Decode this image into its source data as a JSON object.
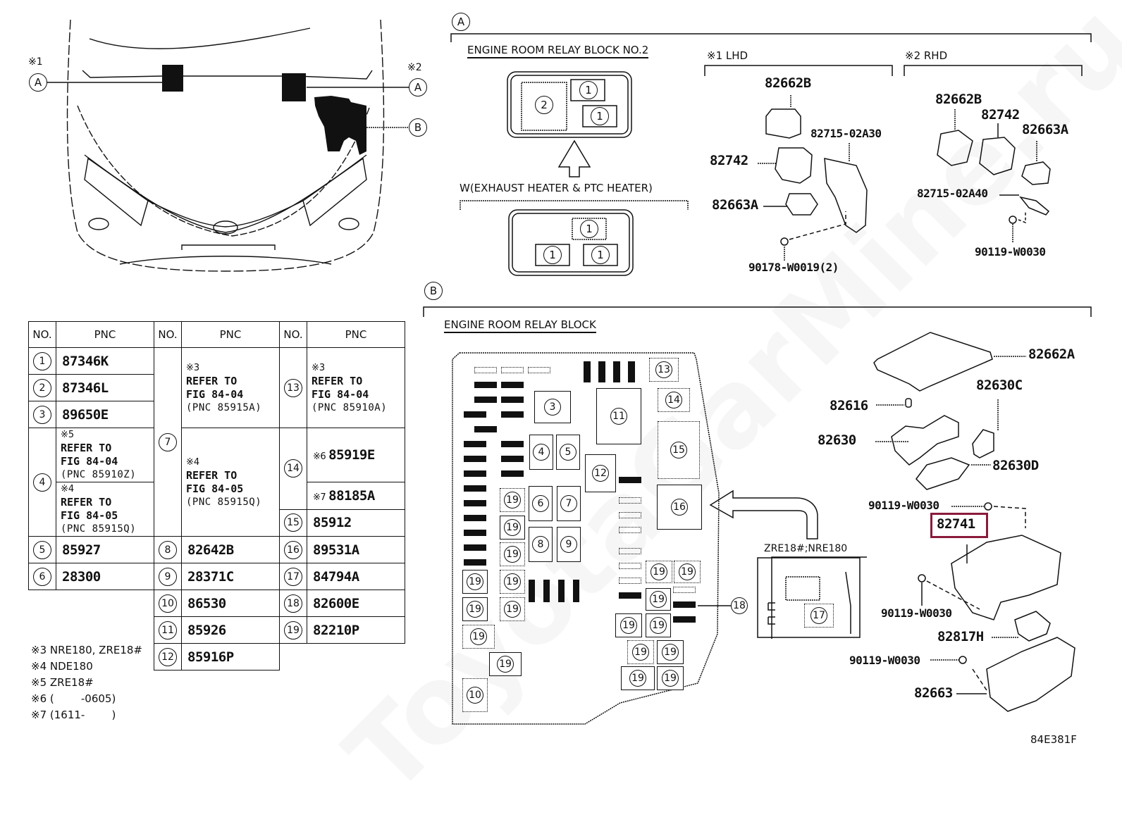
{
  "figure_id": "84E381F",
  "watermark": "ToyotaGarMine.ru",
  "vehicle_view": {
    "callouts": [
      {
        "note": "※1",
        "letter": "A"
      },
      {
        "note": "※2",
        "letter": "A"
      },
      {
        "note": "",
        "letter": "B"
      }
    ]
  },
  "section_a": {
    "letter": "A",
    "relay_block_title": "ENGINE ROOM RELAY BLOCK NO.2",
    "relay_block_items": [
      "2",
      "1",
      "1"
    ],
    "variant_title": "W(EXHAUST HEATER & PTC HEATER)",
    "variant_items": [
      "1",
      "1",
      "1"
    ],
    "lhd": {
      "label": "※1 LHD",
      "parts": [
        "82662B",
        "82742",
        "82663A",
        "82715-02A30",
        "90178-W0019(2)"
      ]
    },
    "rhd": {
      "label": "※2 RHD",
      "parts": [
        "82662B",
        "82742",
        "82663A",
        "82715-02A40",
        "90119-W0030"
      ]
    }
  },
  "section_b": {
    "letter": "B",
    "relay_block_title": "ENGINE ROOM RELAY BLOCK",
    "slots": [
      "13",
      "3",
      "11",
      "14",
      "15",
      "4",
      "5",
      "12",
      "16",
      "19",
      "6",
      "7",
      "19",
      "8",
      "9",
      "19",
      "19",
      "19",
      "19",
      "19",
      "19",
      "19",
      "10",
      "19",
      "19",
      "19",
      "19",
      "19",
      "19",
      "19",
      "19",
      "19",
      "18"
    ],
    "variant_label": "ZRE18#;NRE180",
    "variant_slot": "17",
    "parts": {
      "p82662A": "82662A",
      "p82630C": "82630C",
      "p82616": "82616",
      "p82630": "82630",
      "p82630D": "82630D",
      "bolt1": "90119-W0030",
      "p82741": "82741",
      "bolt2": "90119-W0030",
      "p82817H": "82817H",
      "bolt3": "90119-W0030",
      "p82663": "82663"
    },
    "highlighted_part": "82741"
  },
  "table": {
    "headers": [
      "NO.",
      "PNC",
      "NO.",
      "PNC",
      "NO.",
      "PNC"
    ],
    "col1": [
      {
        "no": "1",
        "pnc": "87346K"
      },
      {
        "no": "2",
        "pnc": "87346L"
      },
      {
        "no": "3",
        "pnc": "89650E"
      },
      {
        "no": "4",
        "refs": [
          {
            "note": "※5",
            "line1": "REFER TO",
            "line2": "FIG 84-04",
            "line3": "(PNC 85910Z)"
          },
          {
            "note": "※4",
            "line1": "REFER TO",
            "line2": "FIG 84-05",
            "line3": "(PNC 85915Q)"
          }
        ]
      },
      {
        "no": "5",
        "pnc": "85927"
      },
      {
        "no": "6",
        "pnc": "28300"
      }
    ],
    "col2": [
      {
        "no": "7",
        "refs": [
          {
            "note": "※3",
            "line1": "REFER TO",
            "line2": "FIG 84-04",
            "line3": "(PNC 85915A)"
          },
          {
            "note": "※4",
            "line1": "REFER TO",
            "line2": "FIG 84-05",
            "line3": "(PNC 85915Q)"
          }
        ]
      },
      {
        "no": "8",
        "pnc": "82642B"
      },
      {
        "no": "9",
        "pnc": "28371C"
      },
      {
        "no": "10",
        "pnc": "86530"
      },
      {
        "no": "11",
        "pnc": "85926"
      },
      {
        "no": "12",
        "pnc": "85916P"
      }
    ],
    "col3": [
      {
        "no": "13",
        "ref": {
          "note": "※3",
          "line1": "REFER TO",
          "line2": "FIG 84-04",
          "line3": "(PNC 85910A)"
        }
      },
      {
        "no": "14",
        "variants": [
          {
            "note": "※6",
            "pnc": "85919E"
          },
          {
            "note": "※7",
            "pnc": "88185A"
          }
        ]
      },
      {
        "no": "15",
        "pnc": "85912"
      },
      {
        "no": "16",
        "pnc": "89531A"
      },
      {
        "no": "17",
        "pnc": "84794A"
      },
      {
        "no": "18",
        "pnc": "82600E"
      },
      {
        "no": "19",
        "pnc": "82210P"
      }
    ]
  },
  "footnotes": [
    "※3 NRE180, ZRE18#",
    "※4 NDE180",
    "※5 ZRE18#",
    "※6 (        -0605)",
    "※7 (1611-        )"
  ]
}
